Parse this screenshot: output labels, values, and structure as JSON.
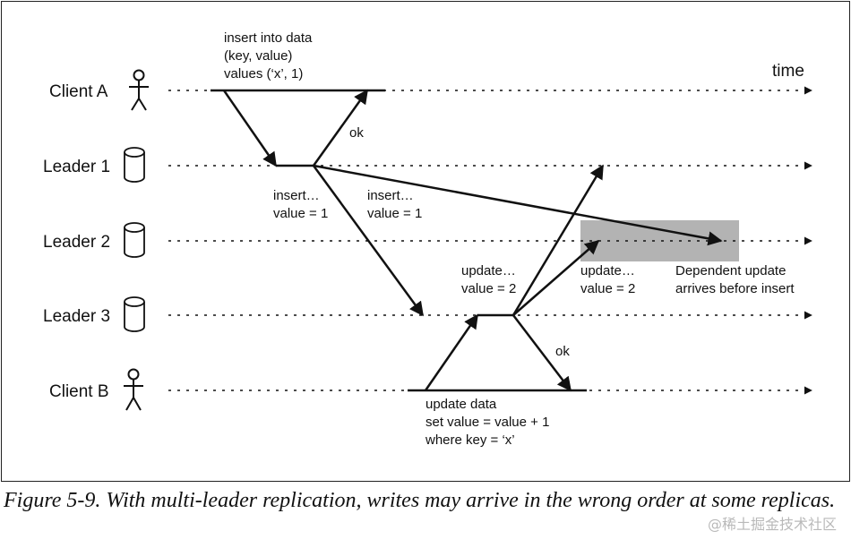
{
  "actors": [
    {
      "label": "Client A",
      "icon": "person-icon"
    },
    {
      "label": "Leader 1",
      "icon": "database-icon"
    },
    {
      "label": "Leader 2",
      "icon": "database-icon"
    },
    {
      "label": "Leader 3",
      "icon": "database-icon"
    },
    {
      "label": "Client B",
      "icon": "person-icon"
    }
  ],
  "time_label": "time",
  "notes": {
    "client_a_insert": [
      "insert into data",
      "(key, value)",
      "values (‘x’, 1)"
    ],
    "ok_leader1": "ok",
    "insert_to_leader3": [
      "insert…",
      "value = 1"
    ],
    "insert_to_leader2": [
      "insert…",
      "value = 1"
    ],
    "update_at_leader3": [
      "update…",
      "value = 2"
    ],
    "update_to_leader2": [
      "update…",
      "value = 2"
    ],
    "dependent_update": [
      "Dependent update",
      "arrives before insert"
    ],
    "ok_leader3": "ok",
    "client_b_update": [
      "update data",
      "set value = value + 1",
      "where key = ‘x’"
    ]
  },
  "highlight_color": "#b3b3b3",
  "caption": "Figure 5-9. With multi-leader replication, writes may arrive in the wrong order at some replicas.",
  "watermark": "@稀土掘金技术社区"
}
